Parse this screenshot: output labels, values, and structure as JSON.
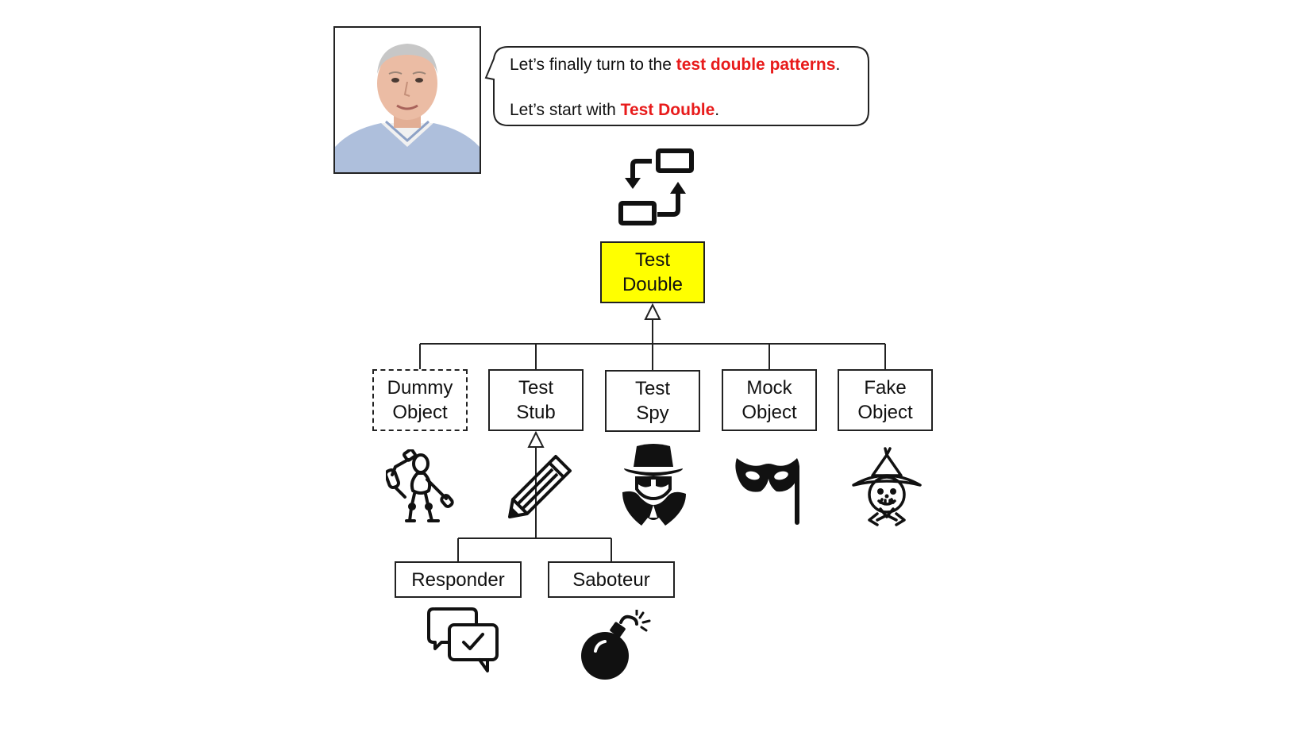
{
  "speech": {
    "line1": {
      "before": "Let’s finally turn to the ",
      "highlight": "test double patterns",
      "after": "."
    },
    "line2": {
      "before": "Let’s start with ",
      "highlight": "Test Double",
      "after": "."
    },
    "highlight_color": "#e81b1b"
  },
  "diagram": {
    "root": {
      "line1": "Test",
      "line2": "Double",
      "fill": "#ffff00"
    },
    "children": [
      {
        "line1": "Dummy",
        "line2": "Object",
        "style": "dashed",
        "icon": "mannequin-icon"
      },
      {
        "line1": "Test",
        "line2": "Stub",
        "style": "solid",
        "icon": "pencil-icon"
      },
      {
        "line1": "Test",
        "line2": "Spy",
        "style": "solid",
        "icon": "spy-icon"
      },
      {
        "line1": "Mock",
        "line2": "Object",
        "style": "solid",
        "icon": "mask-icon"
      },
      {
        "line1": "Fake",
        "line2": "Object",
        "style": "solid",
        "icon": "scarecrow-icon"
      }
    ],
    "stub_children": [
      {
        "label": "Responder",
        "icon": "chat-check-icon"
      },
      {
        "label": "Saboteur",
        "icon": "bomb-icon"
      }
    ],
    "top_icon": "swap-arrows-icon"
  }
}
